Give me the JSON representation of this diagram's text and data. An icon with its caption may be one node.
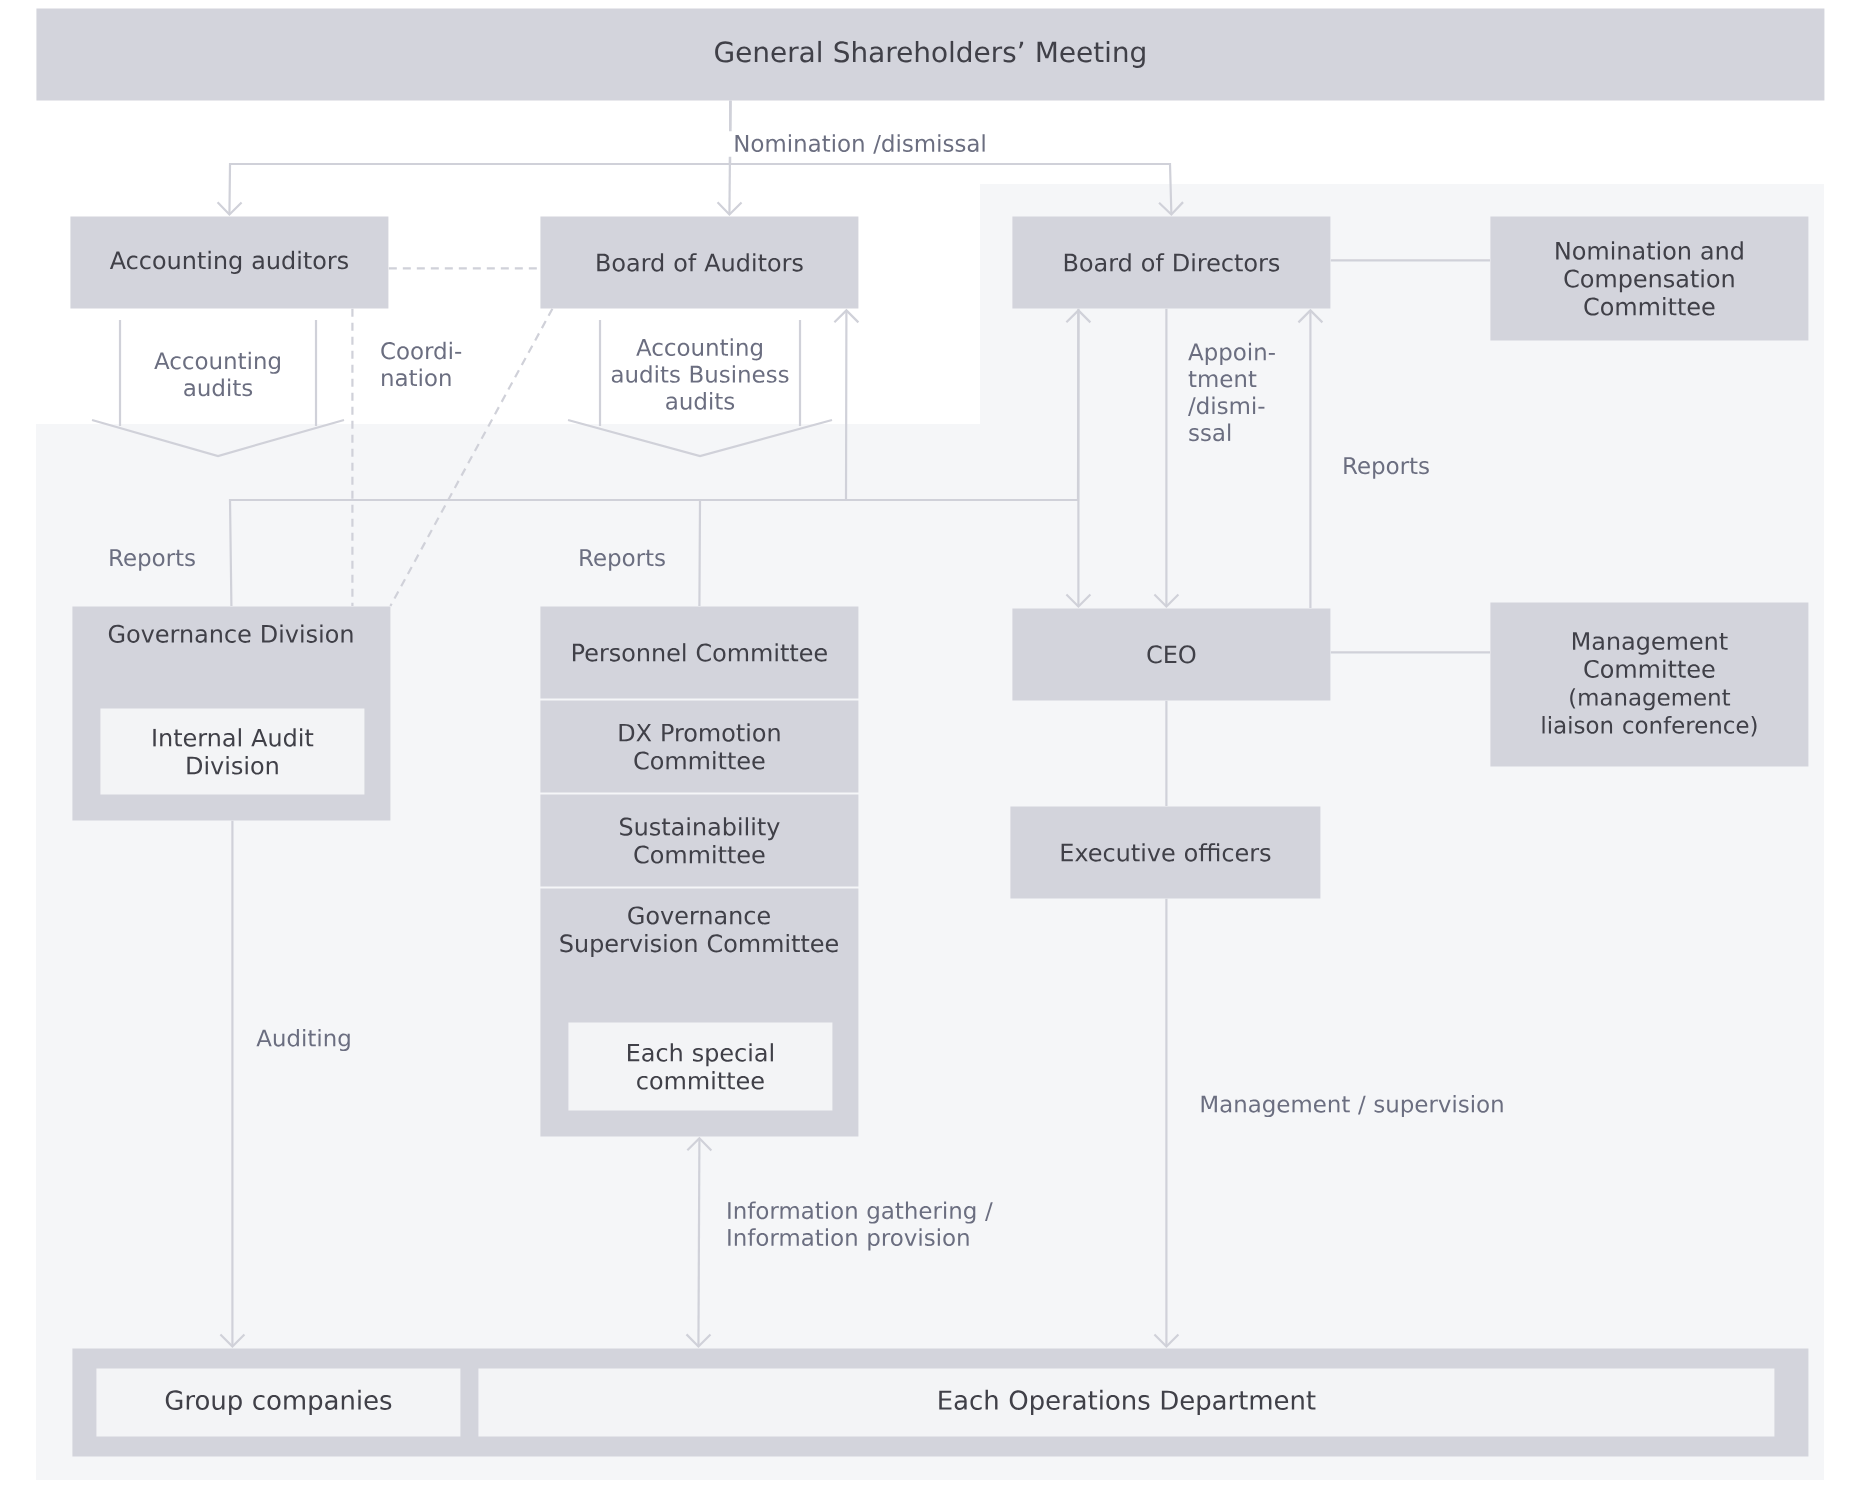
{
  "diagram": {
    "nodes": [
      {
        "text": [
          "General Shareholders’ Meeting"
        ]
      },
      {
        "text": [
          "Accounting auditors"
        ]
      },
      {
        "text": [
          "Board of Auditors"
        ]
      },
      {
        "text": [
          "Board of Directors"
        ]
      },
      {
        "text": [
          "Nomination and Compensation Committee"
        ]
      },
      {
        "text": [
          "Governance Division"
        ]
      },
      {
        "text": [
          "Internal Audit Division"
        ],
        "in": 5
      },
      {
        "text": [
          "Personnel Committee"
        ]
      },
      {
        "text": [
          "DX Promotion Committee"
        ]
      },
      {
        "text": [
          "Sustainability Committee"
        ]
      },
      {
        "text": [
          "Governance Supervision Committee"
        ]
      },
      {
        "text": [
          "Each special committee"
        ],
        "in": 10
      },
      {
        "text": [
          "CEO"
        ]
      },
      {
        "text": [
          "Management Committee",
          "(management liaison conference)"
        ]
      },
      {
        "text": [
          "Executive officers"
        ]
      },
      {
        "text": [],
        "shape": "box"
      },
      {
        "text": [
          "Group companies"
        ],
        "in": 15
      },
      {
        "text": [
          "Each Operations Department"
        ],
        "in": 15
      },
      {
        "text": [
          "Accounting audits"
        ]
      },
      {
        "text": [
          "Accounting audits Business audits"
        ]
      }
    ],
    "edges": [
      {
        "from": 0,
        "to": 1,
        "arrow": "to"
      },
      {
        "from": 0,
        "to": 2,
        "arrow": "to",
        "label": "Nomination /dismissal"
      },
      {
        "from": 0,
        "to": 3,
        "arrow": "to"
      },
      {
        "from": 1,
        "to": 2,
        "arrow": "none",
        "style": "dashed"
      },
      {
        "from": 1,
        "to": 5,
        "arrow": "none",
        "style": "dashed",
        "label": "Coordi-nation"
      },
      {
        "from": 2,
        "to": 5,
        "arrow": "none",
        "style": "dashed"
      },
      {
        "from": 5,
        "to": 2,
        "arrow": "to",
        "label": "Reports"
      },
      {
        "from": 7,
        "to": 3,
        "arrow": "to",
        "label": "Reports"
      },
      {
        "from": 3,
        "to": 12,
        "arrow": "to"
      },
      {
        "from": 3,
        "to": 12,
        "arrow": "to",
        "label": "Appoin-tment /dismi-ssal"
      },
      {
        "from": 12,
        "to": 3,
        "arrow": "to",
        "label": "Reports"
      },
      {
        "from": 3,
        "to": 4,
        "arrow": "none"
      },
      {
        "from": 12,
        "to": 13,
        "arrow": "none"
      },
      {
        "from": 12,
        "to": 14,
        "arrow": "none"
      },
      {
        "from": 14,
        "to": 15,
        "arrow": "to",
        "label": "Management / supervision"
      },
      {
        "from": 5,
        "to": 15,
        "arrow": "to",
        "label": "Auditing"
      },
      {
        "from": 10,
        "to": 15,
        "arrow": "both",
        "label": "Information gathering / Information provision"
      }
    ]
  }
}
